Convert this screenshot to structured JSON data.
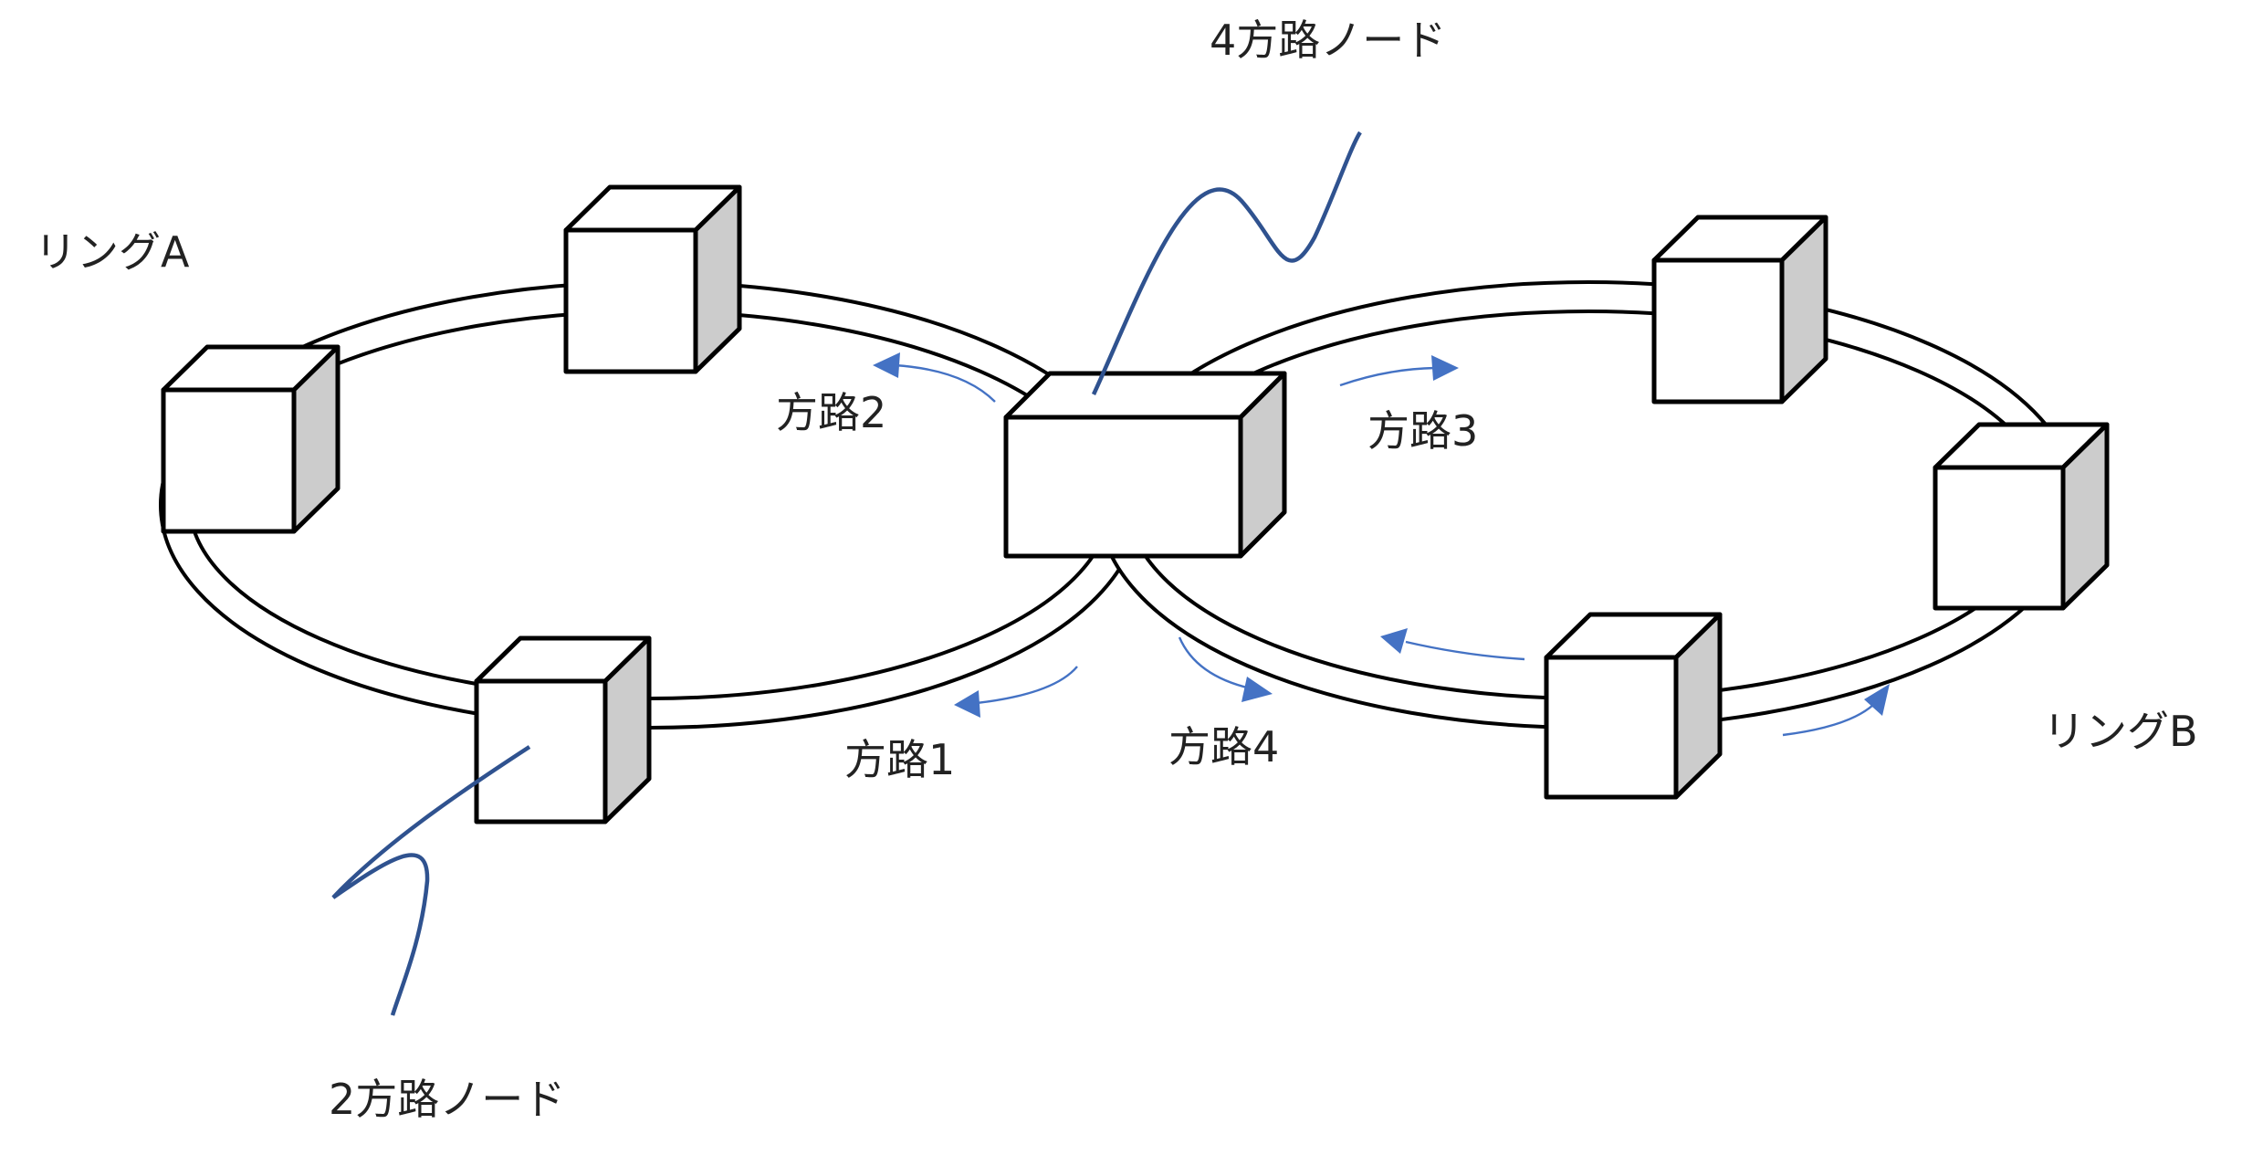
{
  "labels": {
    "ring_a": "リングA",
    "ring_b": "リングB",
    "four_way_node": "4方路ノード",
    "two_way_node": "2方路ノード",
    "route1": "方路1",
    "route2": "方路2",
    "route3": "方路3",
    "route4": "方路4"
  },
  "colors": {
    "arrow": "#4472c4",
    "leader": "#2f528f",
    "node_side": "#cccccc",
    "ring": "#000000"
  }
}
